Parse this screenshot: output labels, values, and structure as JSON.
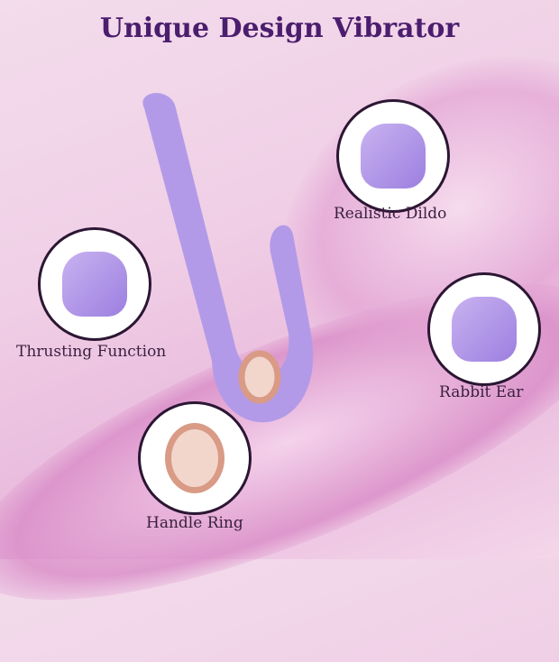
{
  "title": "Unique Design Vibrator",
  "features": [
    {
      "label": "Realistic Dildo"
    },
    {
      "label": "Thrusting Function"
    },
    {
      "label": "Rabbit Ear"
    },
    {
      "label": "Handle Ring"
    }
  ],
  "colors": {
    "title": "#4b1d6e",
    "product": "#b39ae8",
    "ring": "#d99a86",
    "background": "#f0cfe6"
  }
}
